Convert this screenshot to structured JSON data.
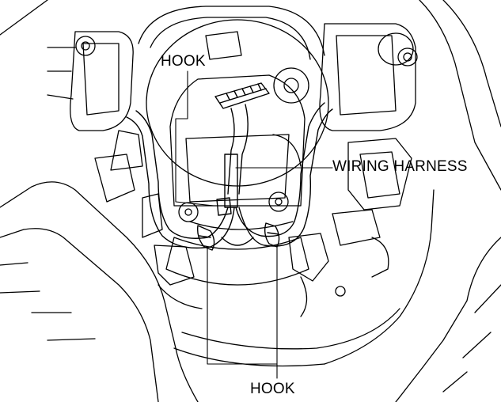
{
  "labels": {
    "hook_top": "HOOK",
    "wiring_harness": "WIRING HARNESS",
    "hook_bottom": "HOOK"
  },
  "colors": {
    "line": "#000000",
    "background": "#ffffff"
  }
}
